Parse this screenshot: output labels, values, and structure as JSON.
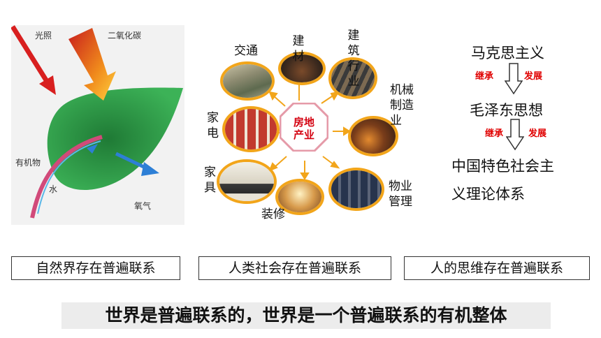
{
  "leaf": {
    "light": "光照",
    "co2": "二氧化碳",
    "organic": "有机物",
    "water": "水",
    "oxygen": "氧气"
  },
  "industry": {
    "center": [
      "房地",
      "产业"
    ],
    "transport": "交通",
    "building_materials": "建材",
    "construction": "建筑行业",
    "machinery": [
      "机械",
      "制造",
      "业"
    ],
    "appliances": [
      "家",
      "电"
    ],
    "furniture": [
      "家",
      "具"
    ],
    "decoration": "装修",
    "property": [
      "物业",
      "管理"
    ]
  },
  "philosophy": {
    "marxism": "马克思主义",
    "inherit1": "继承",
    "develop1": "发展",
    "mao": "毛泽东思想",
    "inherit2": "继承",
    "develop2": "发展",
    "socialism_line1": "中国特色社会主",
    "socialism_line2": "义理论体系"
  },
  "boxes": {
    "nature": "自然界存在普遍联系",
    "society": "人类社会存在普遍联系",
    "thought": "人的思维存在普遍联系"
  },
  "conclusion": "世界是普遍联系的，世界是一个普遍联系的有机整体",
  "colors": {
    "accent_orange": "#f2a51a",
    "center_text": "#d4000f",
    "leaf_green": "#2f9e4a",
    "inherit_red": "#e00000"
  }
}
